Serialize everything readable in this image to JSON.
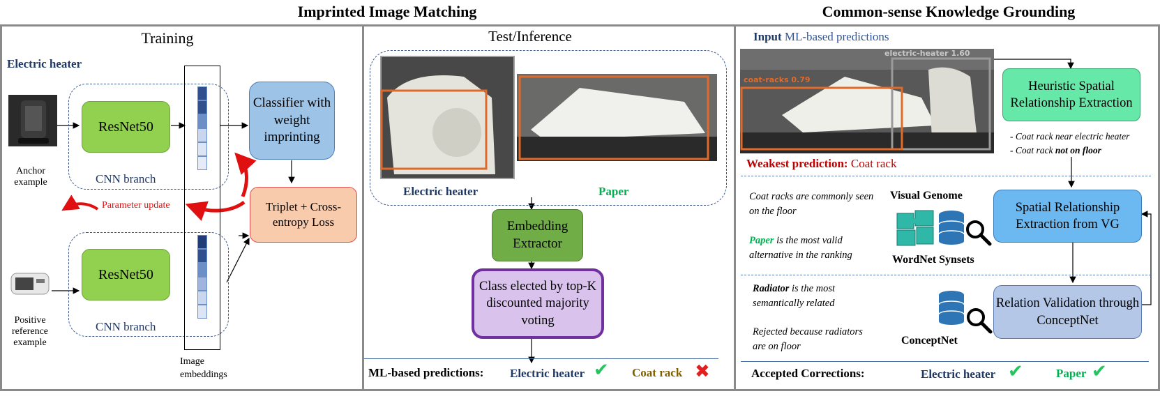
{
  "headings": {
    "left": "Imprinted Image Matching",
    "right": "Common-sense Knowledge Grounding"
  },
  "training": {
    "title": "Training",
    "class_label": "Electric heater",
    "anchor_label": "Anchor example",
    "positive_label": "Positive reference example",
    "resnet_top": "ResNet50",
    "resnet_bottom": "ResNet50",
    "cnn_branch_top": "CNN branch",
    "cnn_branch_bottom": "CNN branch",
    "classifier": "Classifier with weight imprinting",
    "loss": "Triplet + Cross-entropy Loss",
    "param_update": "Parameter update",
    "embeddings_label": "Image embeddings",
    "emb_colors_top": [
      "#2f4f8f",
      "#2f4f8f",
      "#6d8fc7",
      "#c8d6ee",
      "#dbe5f4",
      "#e6ecf7"
    ],
    "emb_colors_bottom": [
      "#1f3c78",
      "#2f4f8f",
      "#6d8fc7",
      "#9fb5de",
      "#c8d6ee",
      "#dbe5f4"
    ]
  },
  "test": {
    "title": "Test/Inference",
    "heater_label": "Electric heater",
    "paper_label": "Paper",
    "embedding": "Embedding Extractor",
    "vote": "Class elected by top-K discounted majority voting",
    "predictions_label": "ML-based predictions:",
    "pred1": "Electric heater",
    "pred2": "Coat rack",
    "check": "✔",
    "cross": "✖"
  },
  "grounding": {
    "input_bold": "Input",
    "input_rest": "ML-based predictions",
    "bbox_label_heater": "electric-heater  1.60",
    "bbox_label_coat": "coat-racks  0.79",
    "heuristic": "Heuristic Spatial Relationship Extraction",
    "heuristic_note1": "- Coat rack near electric  heater",
    "heuristic_note2_a": "- Coat rack ",
    "heuristic_note2_b": "not on floor",
    "weakest_bold": "Weakest prediction:",
    "weakest_rest": "Coat rack",
    "note_coat": "Coat racks are commonly seen on the floor",
    "note_paper_bold": "Paper",
    "note_paper_rest": " is the most valid alternative in the ranking",
    "visual_genome": "Visual Genome",
    "wordnet": "WordNet Synsets",
    "spatial_vg": "Spatial Relationship Extraction from VG",
    "radiator_bold": "Radiator",
    "radiator_rest": " is the most semantically related",
    "rejected": "Rejected because radiators are on floor",
    "conceptnet": "ConceptNet",
    "relation_validation": "Relation Validation through ConceptNet",
    "accepted_label": "Accepted Corrections:",
    "accepted1": "Electric heater",
    "accepted2": "Paper",
    "check": "✔"
  },
  "colors": {
    "green_text": "#00b050",
    "red_text": "#c00000",
    "navy_text": "#1f3864",
    "olive_text": "#7f6000",
    "check_green": "#22c55e",
    "cross_red": "#e02020"
  }
}
